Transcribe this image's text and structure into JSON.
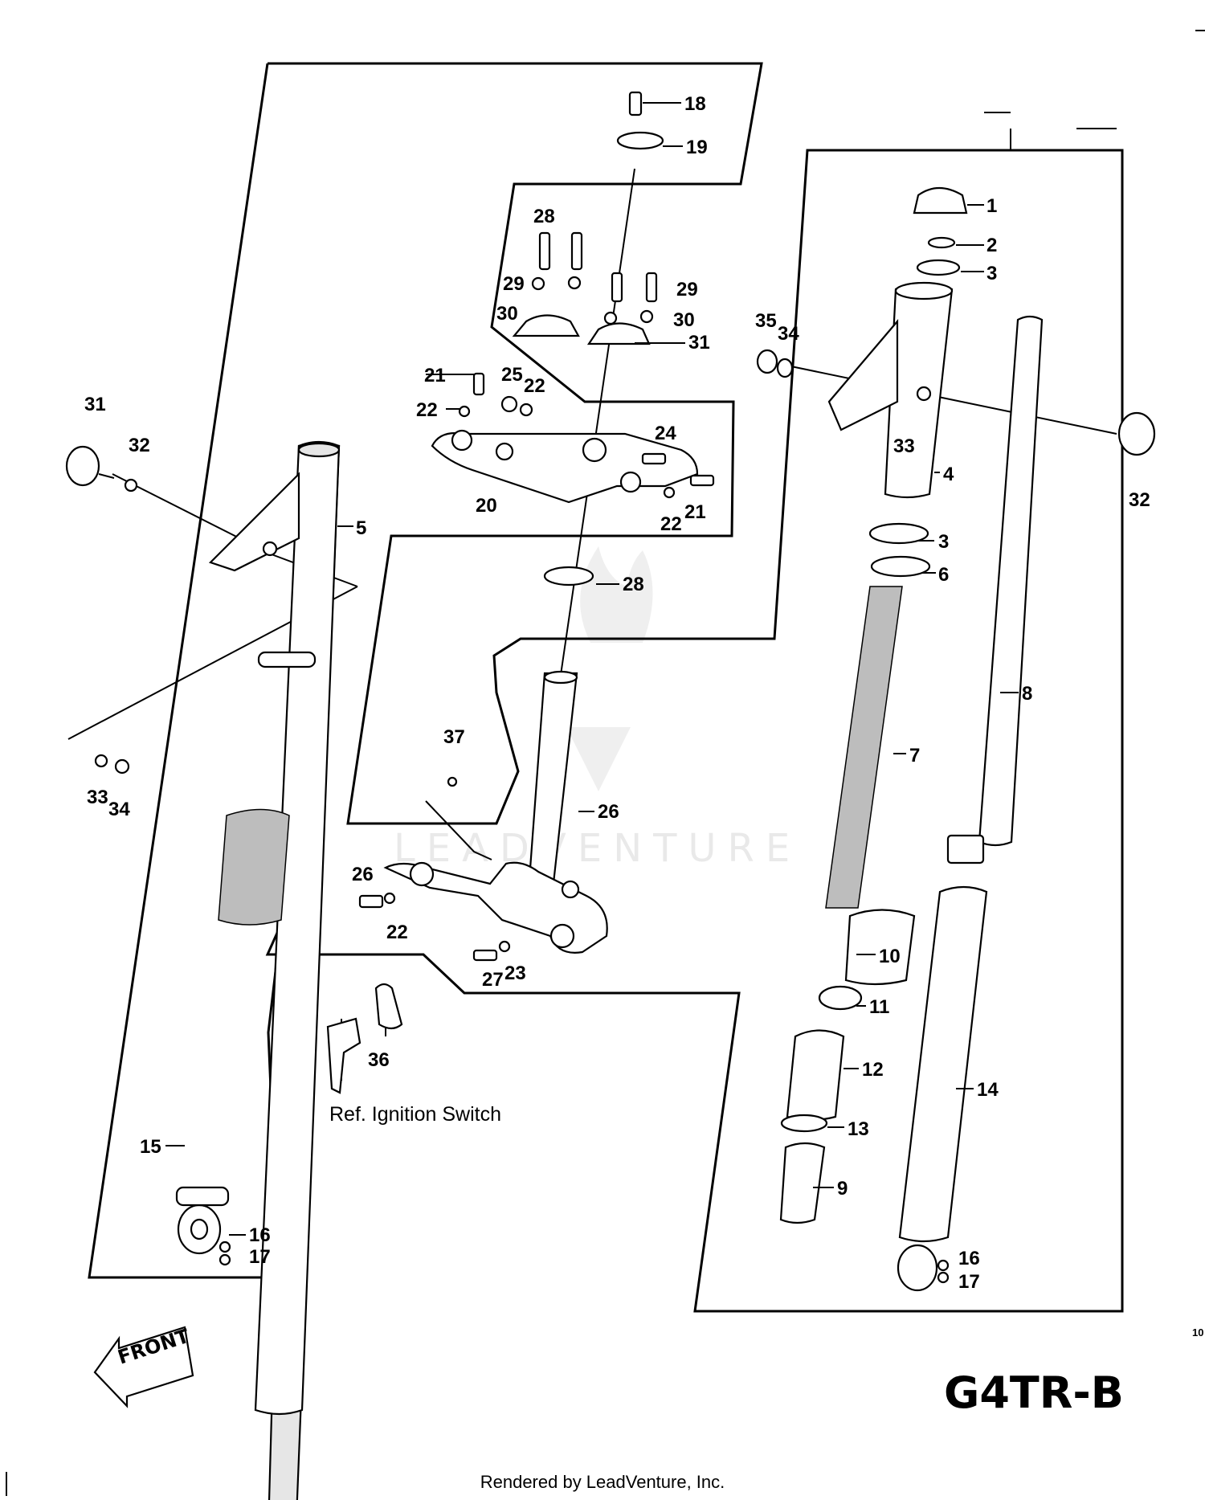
{
  "diagram": {
    "model_code": "G4TR-B",
    "reference_note": "Ref. Ignition Switch",
    "front_label": "FRONT",
    "footer": "Rendered by LeadVenture, Inc.",
    "watermark": "LEADVENTURE",
    "edge_mark": "10",
    "callouts": [
      "1",
      "2",
      "3",
      "3",
      "4",
      "5",
      "6",
      "7",
      "8",
      "9",
      "10",
      "11",
      "12",
      "13",
      "14",
      "15",
      "16",
      "16",
      "17",
      "17",
      "18",
      "19",
      "20",
      "21",
      "21",
      "22",
      "22",
      "22",
      "22",
      "23",
      "24",
      "25",
      "26",
      "26",
      "27",
      "28",
      "28",
      "29",
      "29",
      "30",
      "30",
      "31",
      "31",
      "32",
      "32",
      "33",
      "33",
      "34",
      "34",
      "35",
      "36",
      "37"
    ]
  }
}
